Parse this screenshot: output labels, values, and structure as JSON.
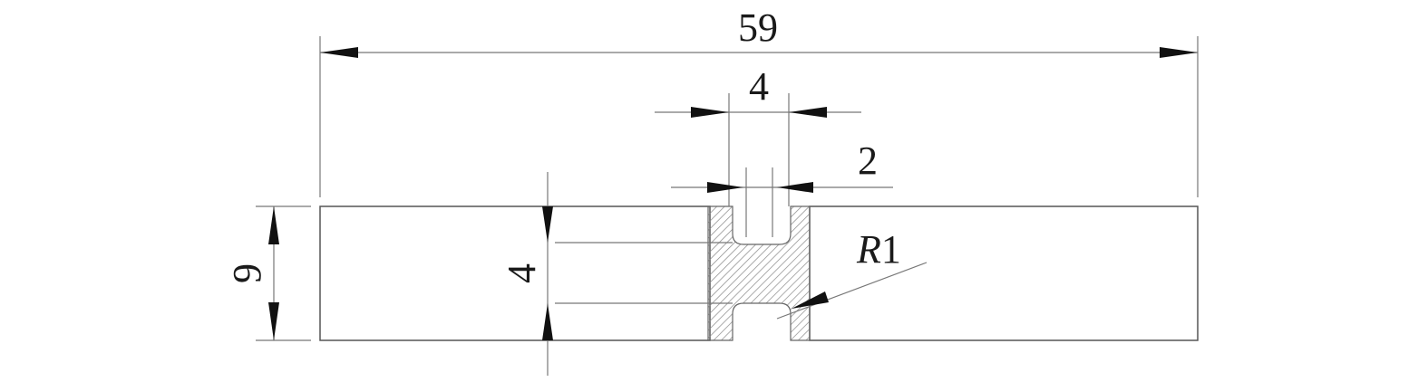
{
  "drawing": {
    "dimensions": {
      "overall_length": "59",
      "slot_outer_width": "4",
      "slot_inner_width": "2",
      "height": "9",
      "neck_height": "4",
      "radius_prefix": "R",
      "radius_value": "1"
    },
    "colors": {
      "line": "#555555",
      "hatch": "#888888",
      "arrow": "#111111"
    }
  }
}
